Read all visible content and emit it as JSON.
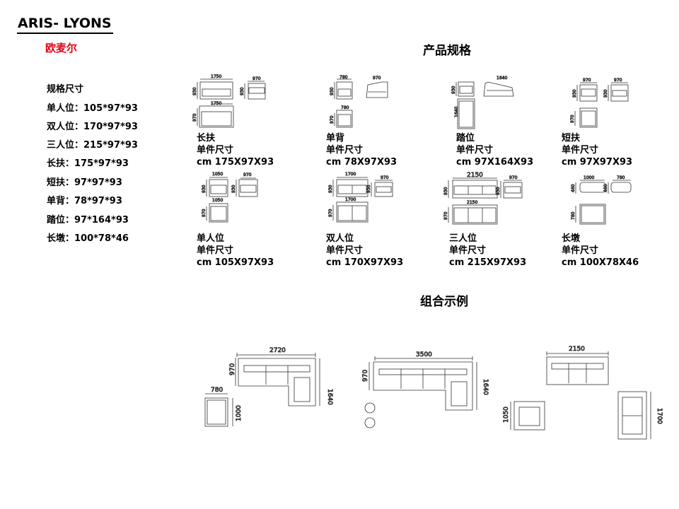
{
  "header": {
    "brand": "ARIS- LYONS",
    "subtitle": "欧麦尔"
  },
  "sections": {
    "product_specs": "产品规格",
    "combo_examples": "组合示例"
  },
  "spec_list": {
    "title": "规格尺寸",
    "items": [
      "单人位：105*97*93",
      "双人位：170*97*93",
      "三人位：215*97*93",
      "长扶：175*97*93",
      "短扶：97*97*93",
      "单背：78*97*93",
      "踏位：97*164*93",
      "长墩：100*78*46"
    ]
  },
  "products": [
    {
      "name": "长扶",
      "label": "单件尺寸",
      "size": "cm 175X97X93",
      "dims": [
        "1750",
        "930",
        "970",
        "930",
        "1750",
        "970"
      ]
    },
    {
      "name": "单背",
      "label": "单件尺寸",
      "size": "cm 78X97X93",
      "dims": [
        "780",
        "930",
        "970",
        "780",
        "970"
      ]
    },
    {
      "name": "踏位",
      "label": "单件尺寸",
      "size": "cm 97X164X93",
      "dims": [
        "1640",
        "930",
        "1640"
      ]
    },
    {
      "name": "短扶",
      "label": "单件尺寸",
      "size": "cm 97X97X93",
      "dims": [
        "970",
        "970",
        "930",
        "930",
        "970"
      ]
    },
    {
      "name": "单人位",
      "label": "单件尺寸",
      "size": "cm 105X97X93",
      "dims": [
        "1050",
        "970",
        "930",
        "930",
        "1050",
        "970"
      ]
    },
    {
      "name": "双人位",
      "label": "单件尺寸",
      "size": "cm 170X97X93",
      "dims": [
        "1700",
        "970",
        "930",
        "930",
        "1700",
        "970"
      ]
    },
    {
      "name": "三人位",
      "label": "单件尺寸",
      "size": "cm 215X97X93",
      "dims": [
        "2150",
        "970",
        "930",
        "930",
        "2150",
        "970"
      ]
    },
    {
      "name": "长墩",
      "label": "单件尺寸",
      "size": "cm 100X78X46",
      "dims": [
        "1000",
        "780",
        "460",
        "460",
        "780"
      ]
    }
  ],
  "combos": [
    {
      "dims": [
        "2720",
        "970",
        "1640",
        "780",
        "1000"
      ]
    },
    {
      "dims": [
        "3500",
        "970",
        "1640"
      ]
    },
    {
      "dims": [
        "2150",
        "1050",
        "1700"
      ]
    }
  ]
}
